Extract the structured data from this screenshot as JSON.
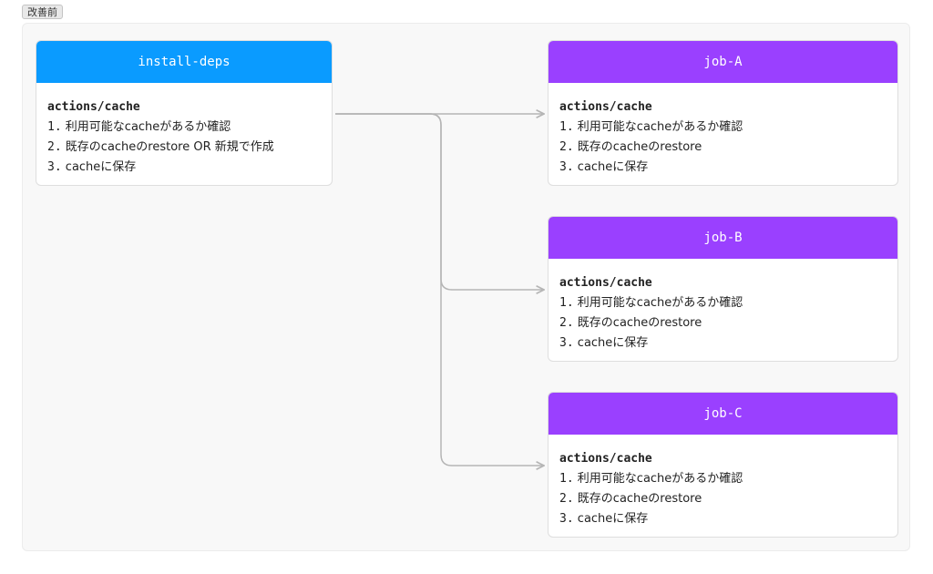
{
  "badge_label": "改善前",
  "colors": {
    "source_header": "#0a9bff",
    "job_header": "#9a40ff",
    "edge": "#b5b5b5"
  },
  "source": {
    "title": "install-deps",
    "body_title": "actions/cache",
    "steps": [
      {
        "num": "1.",
        "text": "利用可能なcacheがあるか確認"
      },
      {
        "num": "2.",
        "text": "既存のcacheのrestore OR 新規で作成"
      },
      {
        "num": "3.",
        "text": "cacheに保存"
      }
    ]
  },
  "jobs": [
    {
      "title": "job-A",
      "body_title": "actions/cache",
      "steps": [
        {
          "num": "1.",
          "text": "利用可能なcacheがあるか確認"
        },
        {
          "num": "2.",
          "text": "既存のcacheのrestore"
        },
        {
          "num": "3.",
          "text": "cacheに保存"
        }
      ]
    },
    {
      "title": "job-B",
      "body_title": "actions/cache",
      "steps": [
        {
          "num": "1.",
          "text": "利用可能なcacheがあるか確認"
        },
        {
          "num": "2.",
          "text": "既存のcacheのrestore"
        },
        {
          "num": "3.",
          "text": "cacheに保存"
        }
      ]
    },
    {
      "title": "job-C",
      "body_title": "actions/cache",
      "steps": [
        {
          "num": "1.",
          "text": "利用可能なcacheがあるか確認"
        },
        {
          "num": "2.",
          "text": "既存のcacheのrestore"
        },
        {
          "num": "3.",
          "text": "cacheに保存"
        }
      ]
    }
  ]
}
